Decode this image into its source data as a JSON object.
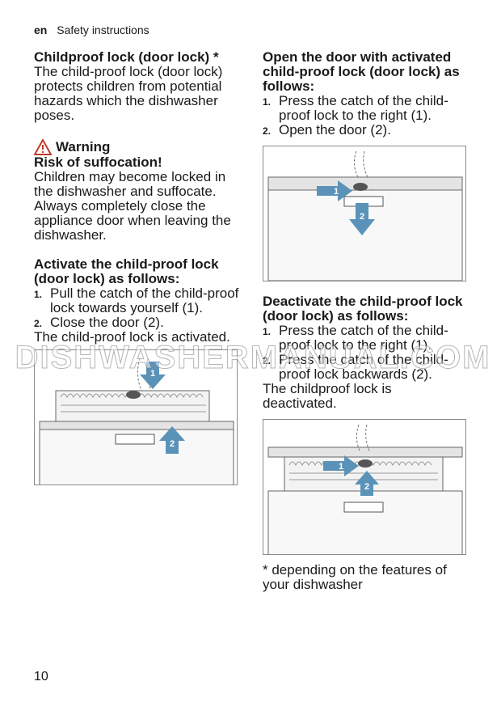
{
  "header": {
    "lang": "en",
    "section": "Safety instructions"
  },
  "left": {
    "title": "Childproof lock (door lock) *",
    "intro": "The child-proof lock (door lock) protects children from potential hazards which the dishwasher poses.",
    "warning": {
      "label": "Warning",
      "title": "Risk of suffocation!",
      "text": "Children may become locked in the dishwasher and suffocate. Always completely close the appliance door when leaving the dishwasher."
    },
    "activate_title": "Activate the child-proof lock (door lock) as follows:",
    "activate_steps": [
      {
        "num": "1.",
        "text": "Pull the catch of the child-proof lock towards yourself (1)."
      },
      {
        "num": "2.",
        "text": "Close the door (2)."
      }
    ],
    "activate_result": "The child-proof lock is activated."
  },
  "right": {
    "open_title": "Open the door with activated child-proof lock (door lock) as follows:",
    "open_steps": [
      {
        "num": "1.",
        "text": "Press the catch of the child-proof lock to the right (1)."
      },
      {
        "num": "2.",
        "text": "Open the door (2)."
      }
    ],
    "deactivate_title": "Deactivate the child-proof lock (door lock) as follows:",
    "deactivate_steps": [
      {
        "num": "1.",
        "text": "Press the catch of the child-proof lock to the right (1)."
      },
      {
        "num": "2.",
        "text": "Press the catch of the child-proof lock backwards (2)."
      }
    ],
    "deactivate_result": "The childproof lock is deactivated.",
    "footnote": "* depending on the features of your dishwasher"
  },
  "figure_labels": {
    "one": "1",
    "two": "2"
  },
  "page_number": "10",
  "watermark": "DISHWASHERMANUAL.COM",
  "colors": {
    "arrow": "#5b93b8",
    "warning": "#c0392b",
    "frame": "#8a8a8a"
  }
}
